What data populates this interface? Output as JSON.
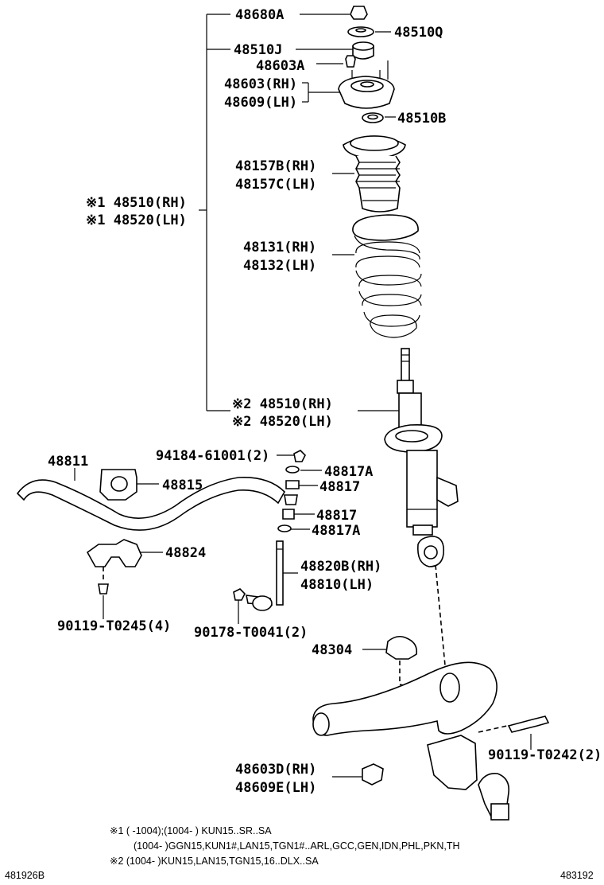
{
  "labels": {
    "p48680A": "48680A",
    "p48510Q": "48510Q",
    "p48510J": "48510J",
    "p48603A": "48603A",
    "p48603rh": "48603(RH)",
    "p48609lh": "48609(LH)",
    "p48510B": "48510B",
    "p48157Brh": "48157B(RH)",
    "p48157Clh": "48157C(LH)",
    "p48510rh_1": "※1 48510(RH)",
    "p48520lh_1": "※1 48520(LH)",
    "p48131rh": "48131(RH)",
    "p48132lh": "48132(LH)",
    "p48510rh_2": "※2 48510(RH)",
    "p48520lh_2": "※2 48520(LH)",
    "p48811": "48811",
    "p94184": "94184-61001(2)",
    "p48815": "48815",
    "p48817A_a": "48817A",
    "p48817_a": "48817",
    "p48817_b": "48817",
    "p48817A_b": "48817A",
    "p48824": "48824",
    "p48820Brh": "48820B(RH)",
    "p48810lh": "48810(LH)",
    "p90119_T0245": "90119-T0245(4)",
    "p90178": "90178-T0041(2)",
    "p48304": "48304",
    "p90119_T0242": "90119-T0242(2)",
    "p48603Drh": "48603D(RH)",
    "p48609Elh": "48609E(LH)"
  },
  "notes": {
    "line1": "※1 (      -1004);(1004-      ) KUN15..SR..SA",
    "line2": "(1004-      )GGN15,KUN1#,LAN15,TGN1#..ARL,GCC,GEN,IDN,PHL,PKN,TH",
    "line3": "※2 (1004-      )KUN15,LAN15,TGN15,16..DLX..SA"
  },
  "codes": {
    "left": "481926B",
    "right": "483192"
  }
}
